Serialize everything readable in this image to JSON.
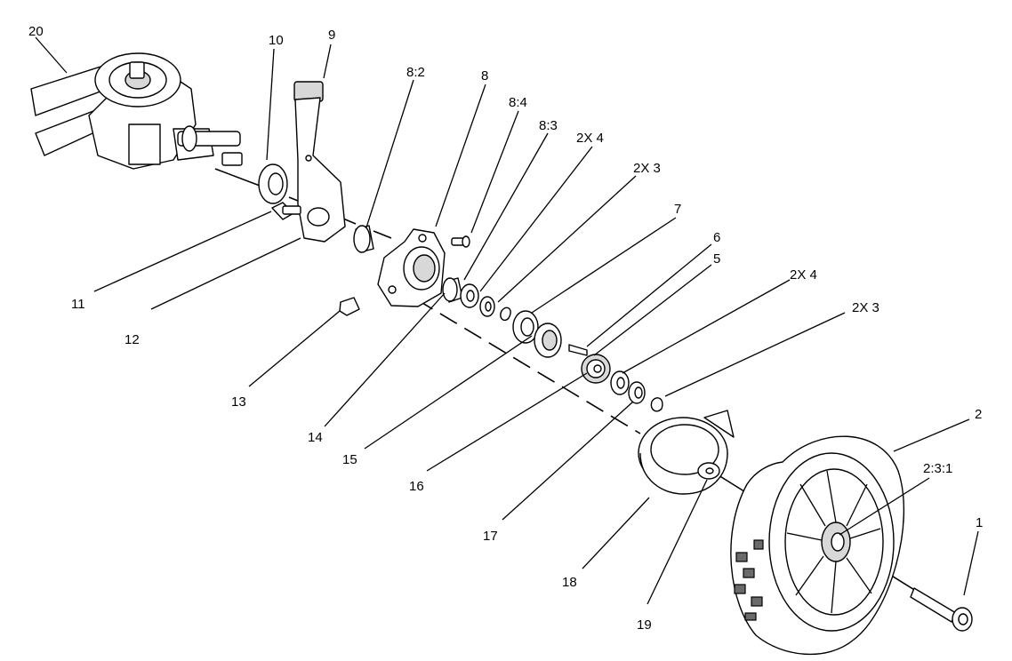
{
  "diagram": {
    "callouts": [
      {
        "id": "c20",
        "text": "20"
      },
      {
        "id": "c10",
        "text": "10"
      },
      {
        "id": "c9",
        "text": "9"
      },
      {
        "id": "c82",
        "text": "8:2"
      },
      {
        "id": "c8",
        "text": "8"
      },
      {
        "id": "c84",
        "text": "8:4"
      },
      {
        "id": "c83",
        "text": "8:3"
      },
      {
        "id": "c2x4a",
        "text": "2X 4"
      },
      {
        "id": "c2x3a",
        "text": "2X 3"
      },
      {
        "id": "c7",
        "text": "7"
      },
      {
        "id": "c6",
        "text": "6"
      },
      {
        "id": "c5",
        "text": "5"
      },
      {
        "id": "c2x4b",
        "text": "2X 4"
      },
      {
        "id": "c2x3b",
        "text": "2X 3"
      },
      {
        "id": "c11",
        "text": "11"
      },
      {
        "id": "c12",
        "text": "12"
      },
      {
        "id": "c13",
        "text": "13"
      },
      {
        "id": "c14",
        "text": "14"
      },
      {
        "id": "c15",
        "text": "15"
      },
      {
        "id": "c16",
        "text": "16"
      },
      {
        "id": "c17",
        "text": "17"
      },
      {
        "id": "c18",
        "text": "18"
      },
      {
        "id": "c19",
        "text": "19"
      },
      {
        "id": "c2",
        "text": "2"
      },
      {
        "id": "c231",
        "text": "2:3:1"
      },
      {
        "id": "c1",
        "text": "1"
      }
    ]
  }
}
